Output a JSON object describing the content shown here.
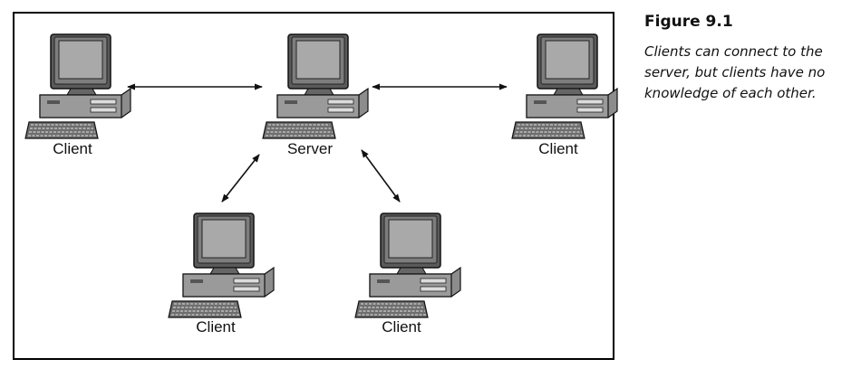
{
  "figure": {
    "title": "Figure 9.1",
    "caption": "Clients can connect to the server, but clients have no knowledge of each other."
  },
  "diagram": {
    "nodes": [
      {
        "id": "client-left",
        "label": "Client",
        "icon": "desktop-computer-icon"
      },
      {
        "id": "server",
        "label": "Server",
        "icon": "desktop-computer-icon"
      },
      {
        "id": "client-right",
        "label": "Client",
        "icon": "desktop-computer-icon"
      },
      {
        "id": "client-bottom-left",
        "label": "Client",
        "icon": "desktop-computer-icon"
      },
      {
        "id": "client-bottom-right",
        "label": "Client",
        "icon": "desktop-computer-icon"
      }
    ],
    "edges": [
      {
        "from": "client-left",
        "to": "server",
        "direction": "bidirectional"
      },
      {
        "from": "server",
        "to": "client-right",
        "direction": "bidirectional"
      },
      {
        "from": "server",
        "to": "client-bottom-left",
        "direction": "bidirectional"
      },
      {
        "from": "server",
        "to": "client-bottom-right",
        "direction": "bidirectional"
      }
    ]
  }
}
